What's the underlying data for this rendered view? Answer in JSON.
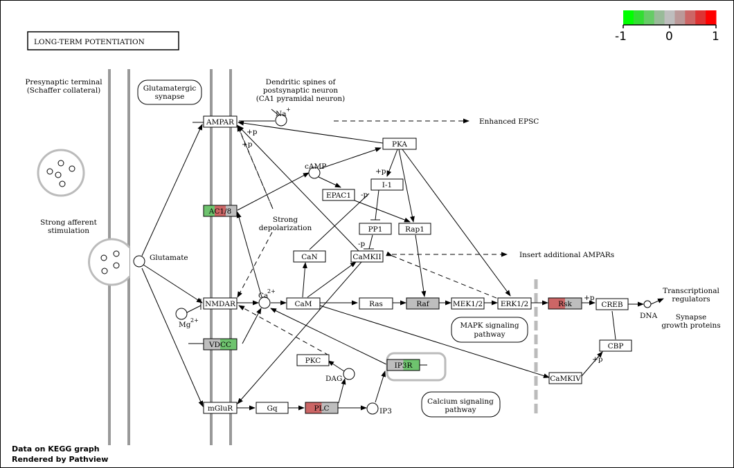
{
  "title": "LONG-TERM POTENTIATION",
  "footer": {
    "line1": "Data on KEGG graph",
    "line2": "Rendered by Pathview"
  },
  "legend": {
    "labels": [
      "-1",
      "0",
      "1"
    ],
    "colors": [
      "#00ff00",
      "#33dd33",
      "#66cc66",
      "#99bb99",
      "#bebebe",
      "#bb9999",
      "#cc6666",
      "#dd3333",
      "#ff0000"
    ]
  },
  "colors": {
    "grey": "#bebebe",
    "green": "#6ec36e",
    "red": "#cc6666",
    "membrane": "#999999"
  },
  "labels": {
    "presynaptic": [
      "Presynaptic terminal",
      "(Schaffer collateral)"
    ],
    "glutamatergic": [
      "Glutamatergic",
      "synapse"
    ],
    "dendritic": [
      "Dendritic spines of",
      "postsynaptic neuron",
      "(CA1 pyramidal neuron)"
    ],
    "strong_afferent": [
      "Strong afferent",
      "stimulation"
    ],
    "glutamate": "Glutamate",
    "strong_depol": [
      "Strong",
      "depolarization"
    ],
    "enhanced_epsc": "Enhanced EPSC",
    "insert_ampars": "Insert additional AMPARs",
    "transcriptional": [
      "Transcriptional",
      "regulators"
    ],
    "synapse_growth": [
      "Synapse",
      "growth proteins"
    ],
    "dna": "DNA",
    "mapk": [
      "MAPK signaling",
      "pathway"
    ],
    "calcium": [
      "Calcium signaling",
      "pathway"
    ],
    "na": "Na",
    "na_sup": "+",
    "ca": "Ca",
    "ca_sup": "2+",
    "mg": "Mg",
    "mg_sup": "2+",
    "camp": "cAMP",
    "dag": "DAG",
    "ip3": "IP3",
    "plus_p": "+p",
    "minus_p": "-p"
  },
  "nodes": {
    "ampar": "AMPAR",
    "ac18": "AC1/8",
    "nmdar": "NMDAR",
    "vdcc": "VDCC",
    "mglur": "mGluR",
    "gq": "Gq",
    "plc": "PLC",
    "pkc": "PKC",
    "ip3r": "IP3R",
    "cam": "CaM",
    "can": "CaN",
    "camkii": "CaMKII",
    "pka": "PKA",
    "i1": "I-1",
    "epac1": "EPAC1",
    "pp1": "PP1",
    "rap1": "Rap1",
    "ras": "Ras",
    "raf": "Raf",
    "mek12": "MEK1/2",
    "erk12": "ERK1/2",
    "rsk": "Rsk",
    "creb": "CREB",
    "cbp": "CBP",
    "camkiv": "CaMKIV"
  }
}
